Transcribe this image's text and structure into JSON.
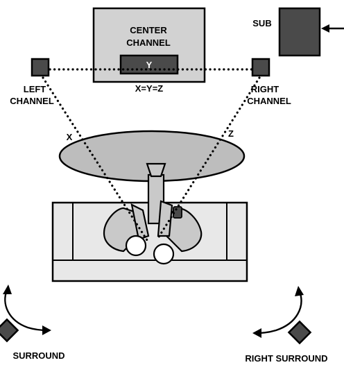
{
  "labels": {
    "center_line1": "CENTER",
    "center_line2": "CHANNEL",
    "y": "Y",
    "equation": "X=Y=Z",
    "sub": "SUB",
    "left_line1": "LEFT",
    "left_line2": "CHANNEL",
    "right_line1": "RIGHT",
    "right_line2": "CHANNEL",
    "x": "X",
    "z": "Z",
    "left_surround": "SURROUND",
    "right_surround": "RIGHT SURROUND"
  },
  "colors": {
    "speaker": "#4a4a4a",
    "tv": "#d2d2d2",
    "table": "#bdbdbd",
    "sofa": "#e8e8e8",
    "person": "#c9c9c9"
  }
}
